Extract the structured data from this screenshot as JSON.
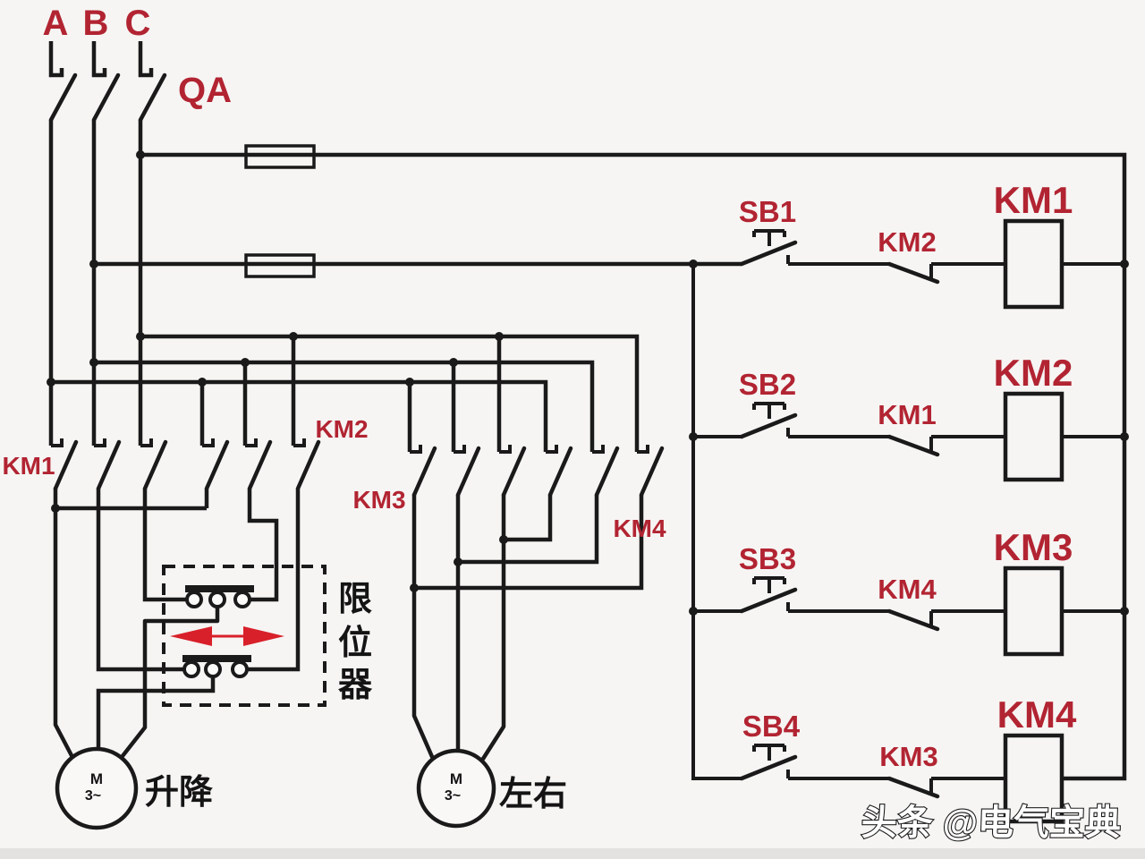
{
  "power": {
    "phases": [
      "A",
      "B",
      "C"
    ],
    "disconnect_label": "QA",
    "bank_labels": {
      "km1": "KM1",
      "km2": "KM2",
      "km3": "KM3",
      "km4": "KM4"
    }
  },
  "limit_device": {
    "chars": [
      "限",
      "位",
      "器"
    ]
  },
  "motors": {
    "hoist": {
      "symbol": "M",
      "phase": "3~",
      "name": "升降"
    },
    "traverse": {
      "symbol": "M",
      "phase": "3~",
      "name": "左右"
    }
  },
  "control_rows": [
    {
      "button": "SB1",
      "interlock": "KM2",
      "coil": "KM1"
    },
    {
      "button": "SB2",
      "interlock": "KM1",
      "coil": "KM2"
    },
    {
      "button": "SB3",
      "interlock": "KM4",
      "coil": "KM3"
    },
    {
      "button": "SB4",
      "interlock": "KM3",
      "coil": "KM4"
    }
  ],
  "watermark": "头条 @电气宝典",
  "colors": {
    "wire": "#1a1a1a",
    "label_red": "#b22432",
    "arrow_red": "#d8202a",
    "background": "#f6f5f3"
  }
}
